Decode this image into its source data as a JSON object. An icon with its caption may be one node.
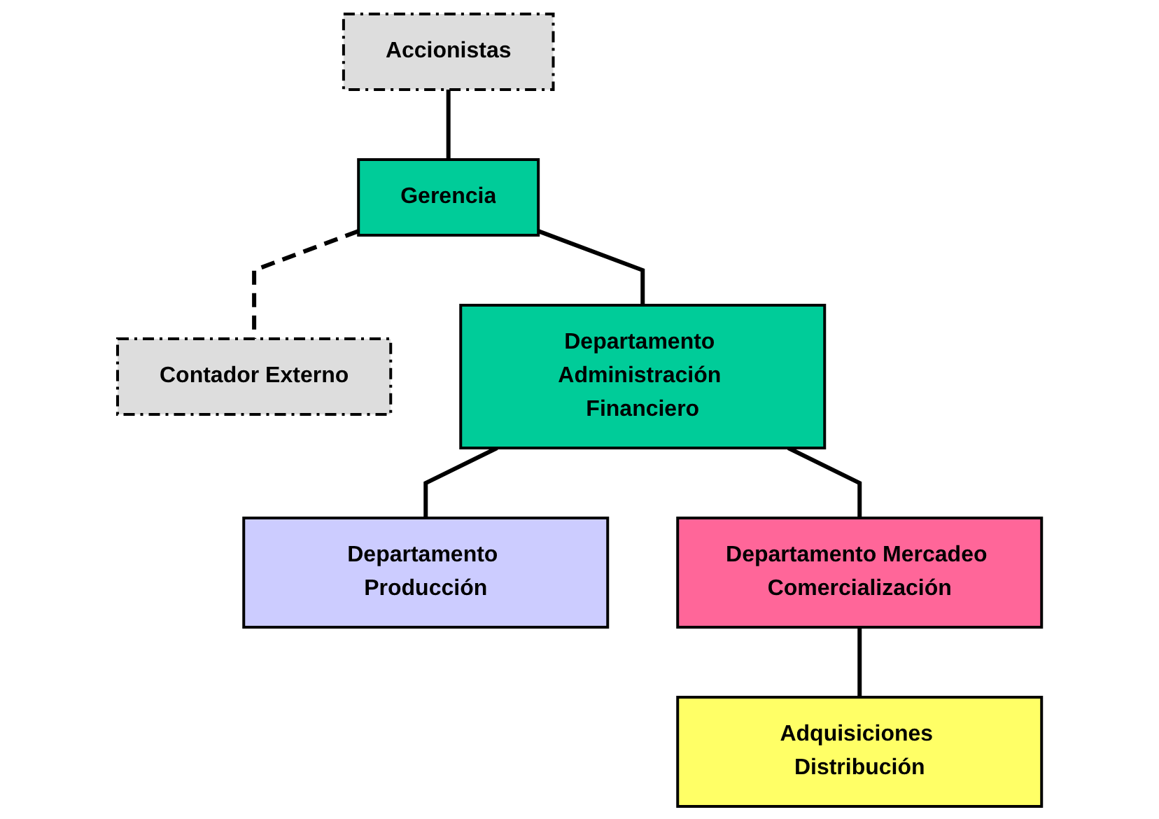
{
  "diagram": {
    "nodes": [
      {
        "text": [
          "Accionistas"
        ]
      },
      {
        "text": [
          "Gerencia"
        ]
      },
      {
        "text": [
          "Contador Externo"
        ]
      },
      {
        "text": [
          "Departamento Producción"
        ]
      },
      {
        "text": [
          "Departamento Administración Financiero"
        ]
      },
      {
        "text": [
          "Departamento Mercadeo Comercialización"
        ]
      },
      {
        "text": [
          "Adquisiciones Distribución"
        ]
      }
    ],
    "edges": [
      {
        "from": 0,
        "to": 1,
        "arrow": "none"
      },
      {
        "from": 1,
        "to": 4,
        "arrow": "none"
      },
      {
        "from": 1,
        "to": 2,
        "arrow": "none",
        "style": "dashed"
      },
      {
        "from": 4,
        "to": 3,
        "arrow": "none"
      },
      {
        "from": 4,
        "to": 5,
        "arrow": "none"
      },
      {
        "from": 5,
        "to": 6,
        "arrow": "none"
      }
    ]
  }
}
